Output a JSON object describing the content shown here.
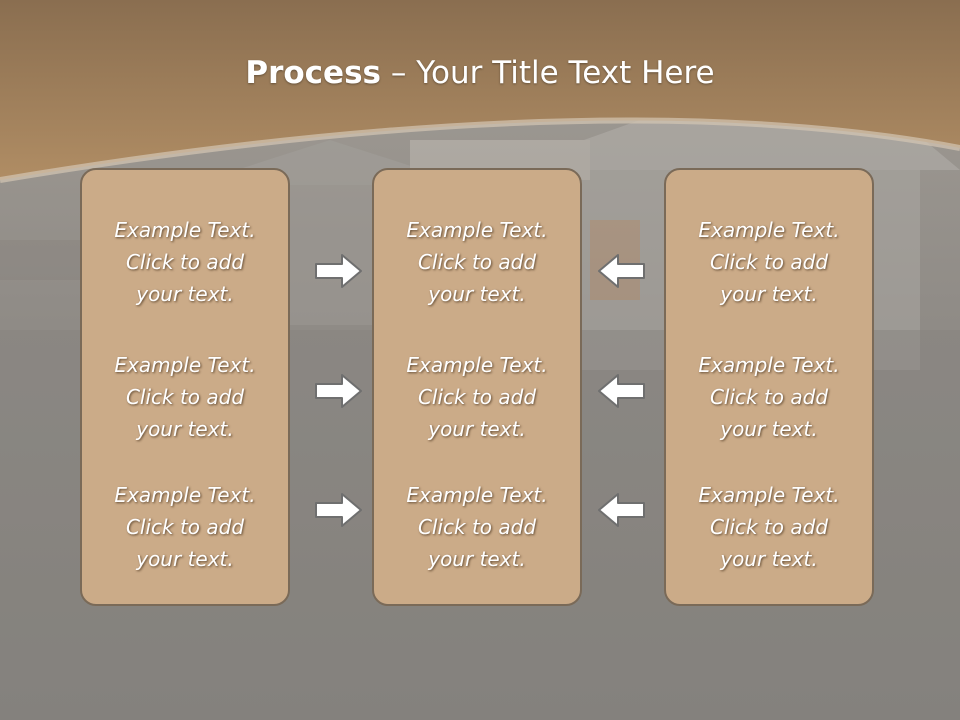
{
  "slide": {
    "title_bold": "Process",
    "title_rest": " – Your Title Text Here"
  },
  "colors": {
    "header_brown": "#a8865f",
    "panel_fill": "#cbab88",
    "panel_border": "#7a6a58",
    "arrow_fill": "#ffffff",
    "arrow_stroke": "#6f6f6f"
  },
  "columns": [
    {
      "items": [
        {
          "line1": "Example Text.",
          "line2": "Click  to add",
          "line3": "your text."
        },
        {
          "line1": "Example Text.",
          "line2": "Click  to add",
          "line3": "your text."
        },
        {
          "line1": "Example Text.",
          "line2": "Click  to add",
          "line3": "your text."
        }
      ]
    },
    {
      "items": [
        {
          "line1": "Example Text.",
          "line2": "Click  to add",
          "line3": "your text."
        },
        {
          "line1": "Example Text.",
          "line2": "Click  to add",
          "line3": "your text."
        },
        {
          "line1": "Example Text.",
          "line2": "Click  to add",
          "line3": "your text."
        }
      ]
    },
    {
      "items": [
        {
          "line1": "Example Text.",
          "line2": "Click  to add",
          "line3": "your text."
        },
        {
          "line1": "Example Text.",
          "line2": "Click  to add",
          "line3": "your text."
        },
        {
          "line1": "Example Text.",
          "line2": "Click  to add",
          "line3": "your text."
        }
      ]
    }
  ],
  "arrows": {
    "left_column": [
      "arrow-right-icon",
      "arrow-right-icon",
      "arrow-right-icon"
    ],
    "right_column": [
      "arrow-left-icon",
      "arrow-left-icon",
      "arrow-left-icon"
    ]
  }
}
